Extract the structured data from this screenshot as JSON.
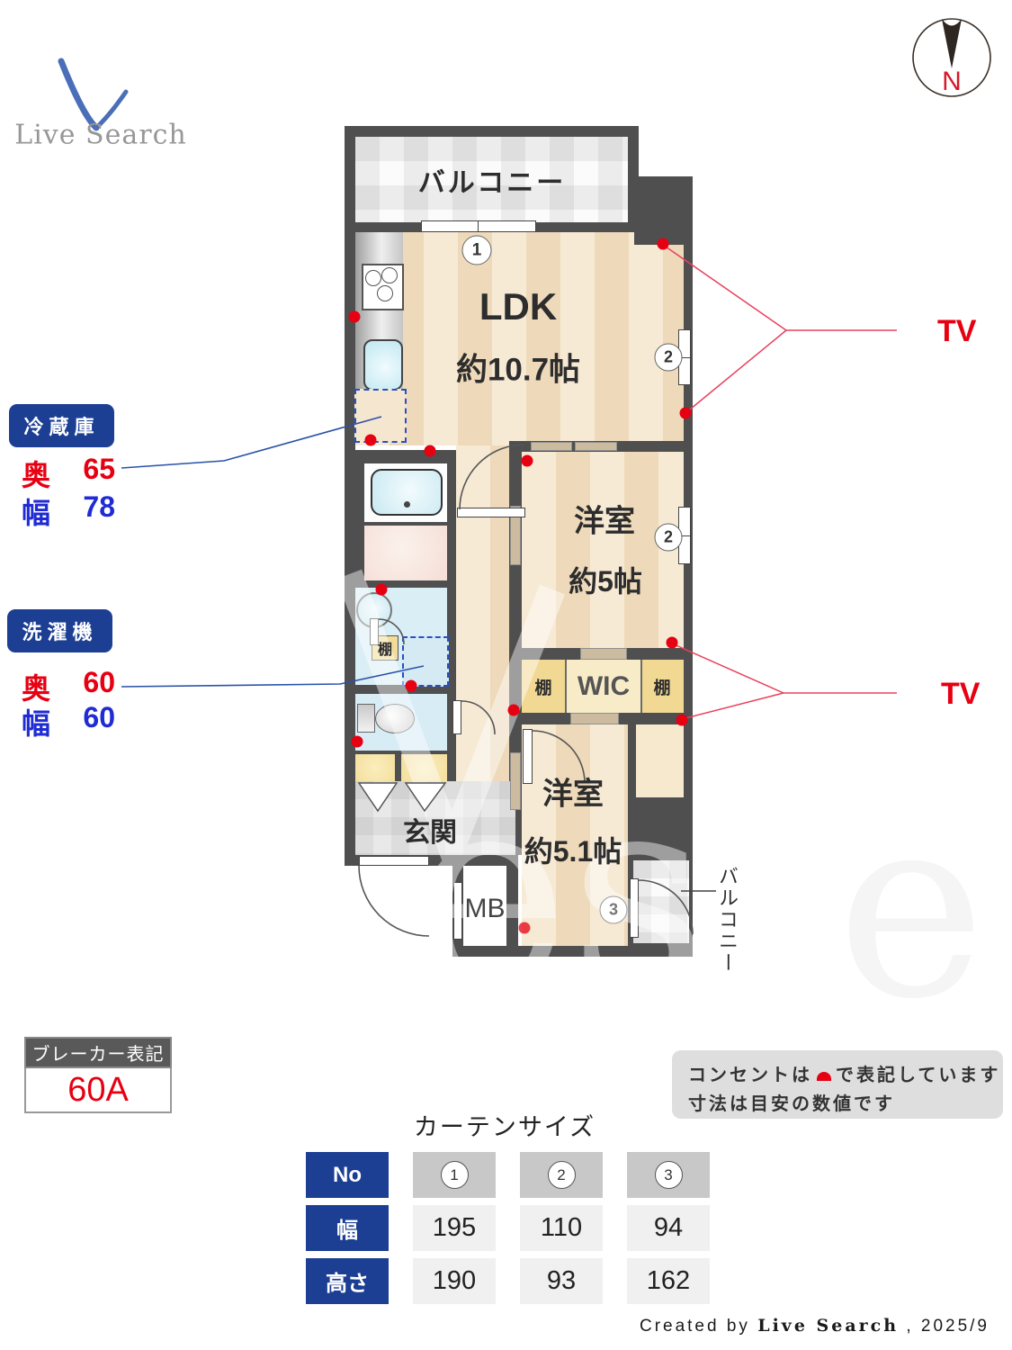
{
  "logo": {
    "brand": "Live Search"
  },
  "compass": {
    "label": "N"
  },
  "floorplan": {
    "balcony_top": "バルコニー",
    "balcony_bottom": "バルコニー",
    "ldk": {
      "name": "LDK",
      "size": "約10.7帖"
    },
    "bedroom1": {
      "name": "洋室",
      "size": "約5帖"
    },
    "bedroom2": {
      "name": "洋室",
      "size": "約5.1帖"
    },
    "wic": {
      "name": "WIC"
    },
    "shelf": "棚",
    "entrance": "玄関",
    "meter_box": "MB",
    "marker1": "1",
    "marker2": "2",
    "marker3": "3"
  },
  "annotations": {
    "fridge": {
      "title": "冷蔵庫",
      "depth_label": "奥",
      "depth": "65",
      "width_label": "幅",
      "width": "78"
    },
    "washer": {
      "title": "洗濯機",
      "depth_label": "奥",
      "depth": "60",
      "width_label": "幅",
      "width": "60"
    },
    "tv1": "TV",
    "tv2": "TV",
    "breaker": {
      "title": "ブレーカー表記",
      "value": "60A"
    },
    "note": {
      "line1_before": "コンセントは",
      "line1_after": "で表記しています",
      "line2": "寸法は目安の数値です"
    }
  },
  "curtain_table": {
    "title": "カーテンサイズ",
    "row_no": "No",
    "row_width": "幅",
    "row_height": "高さ",
    "cols": [
      {
        "no": "1",
        "width": "195",
        "height": "190"
      },
      {
        "no": "2",
        "width": "110",
        "height": "93"
      },
      {
        "no": "3",
        "width": "94",
        "height": "162"
      }
    ]
  },
  "footer": {
    "prefix": "Created by ",
    "brand": "Live Search",
    "suffix": " , 2025/9"
  }
}
